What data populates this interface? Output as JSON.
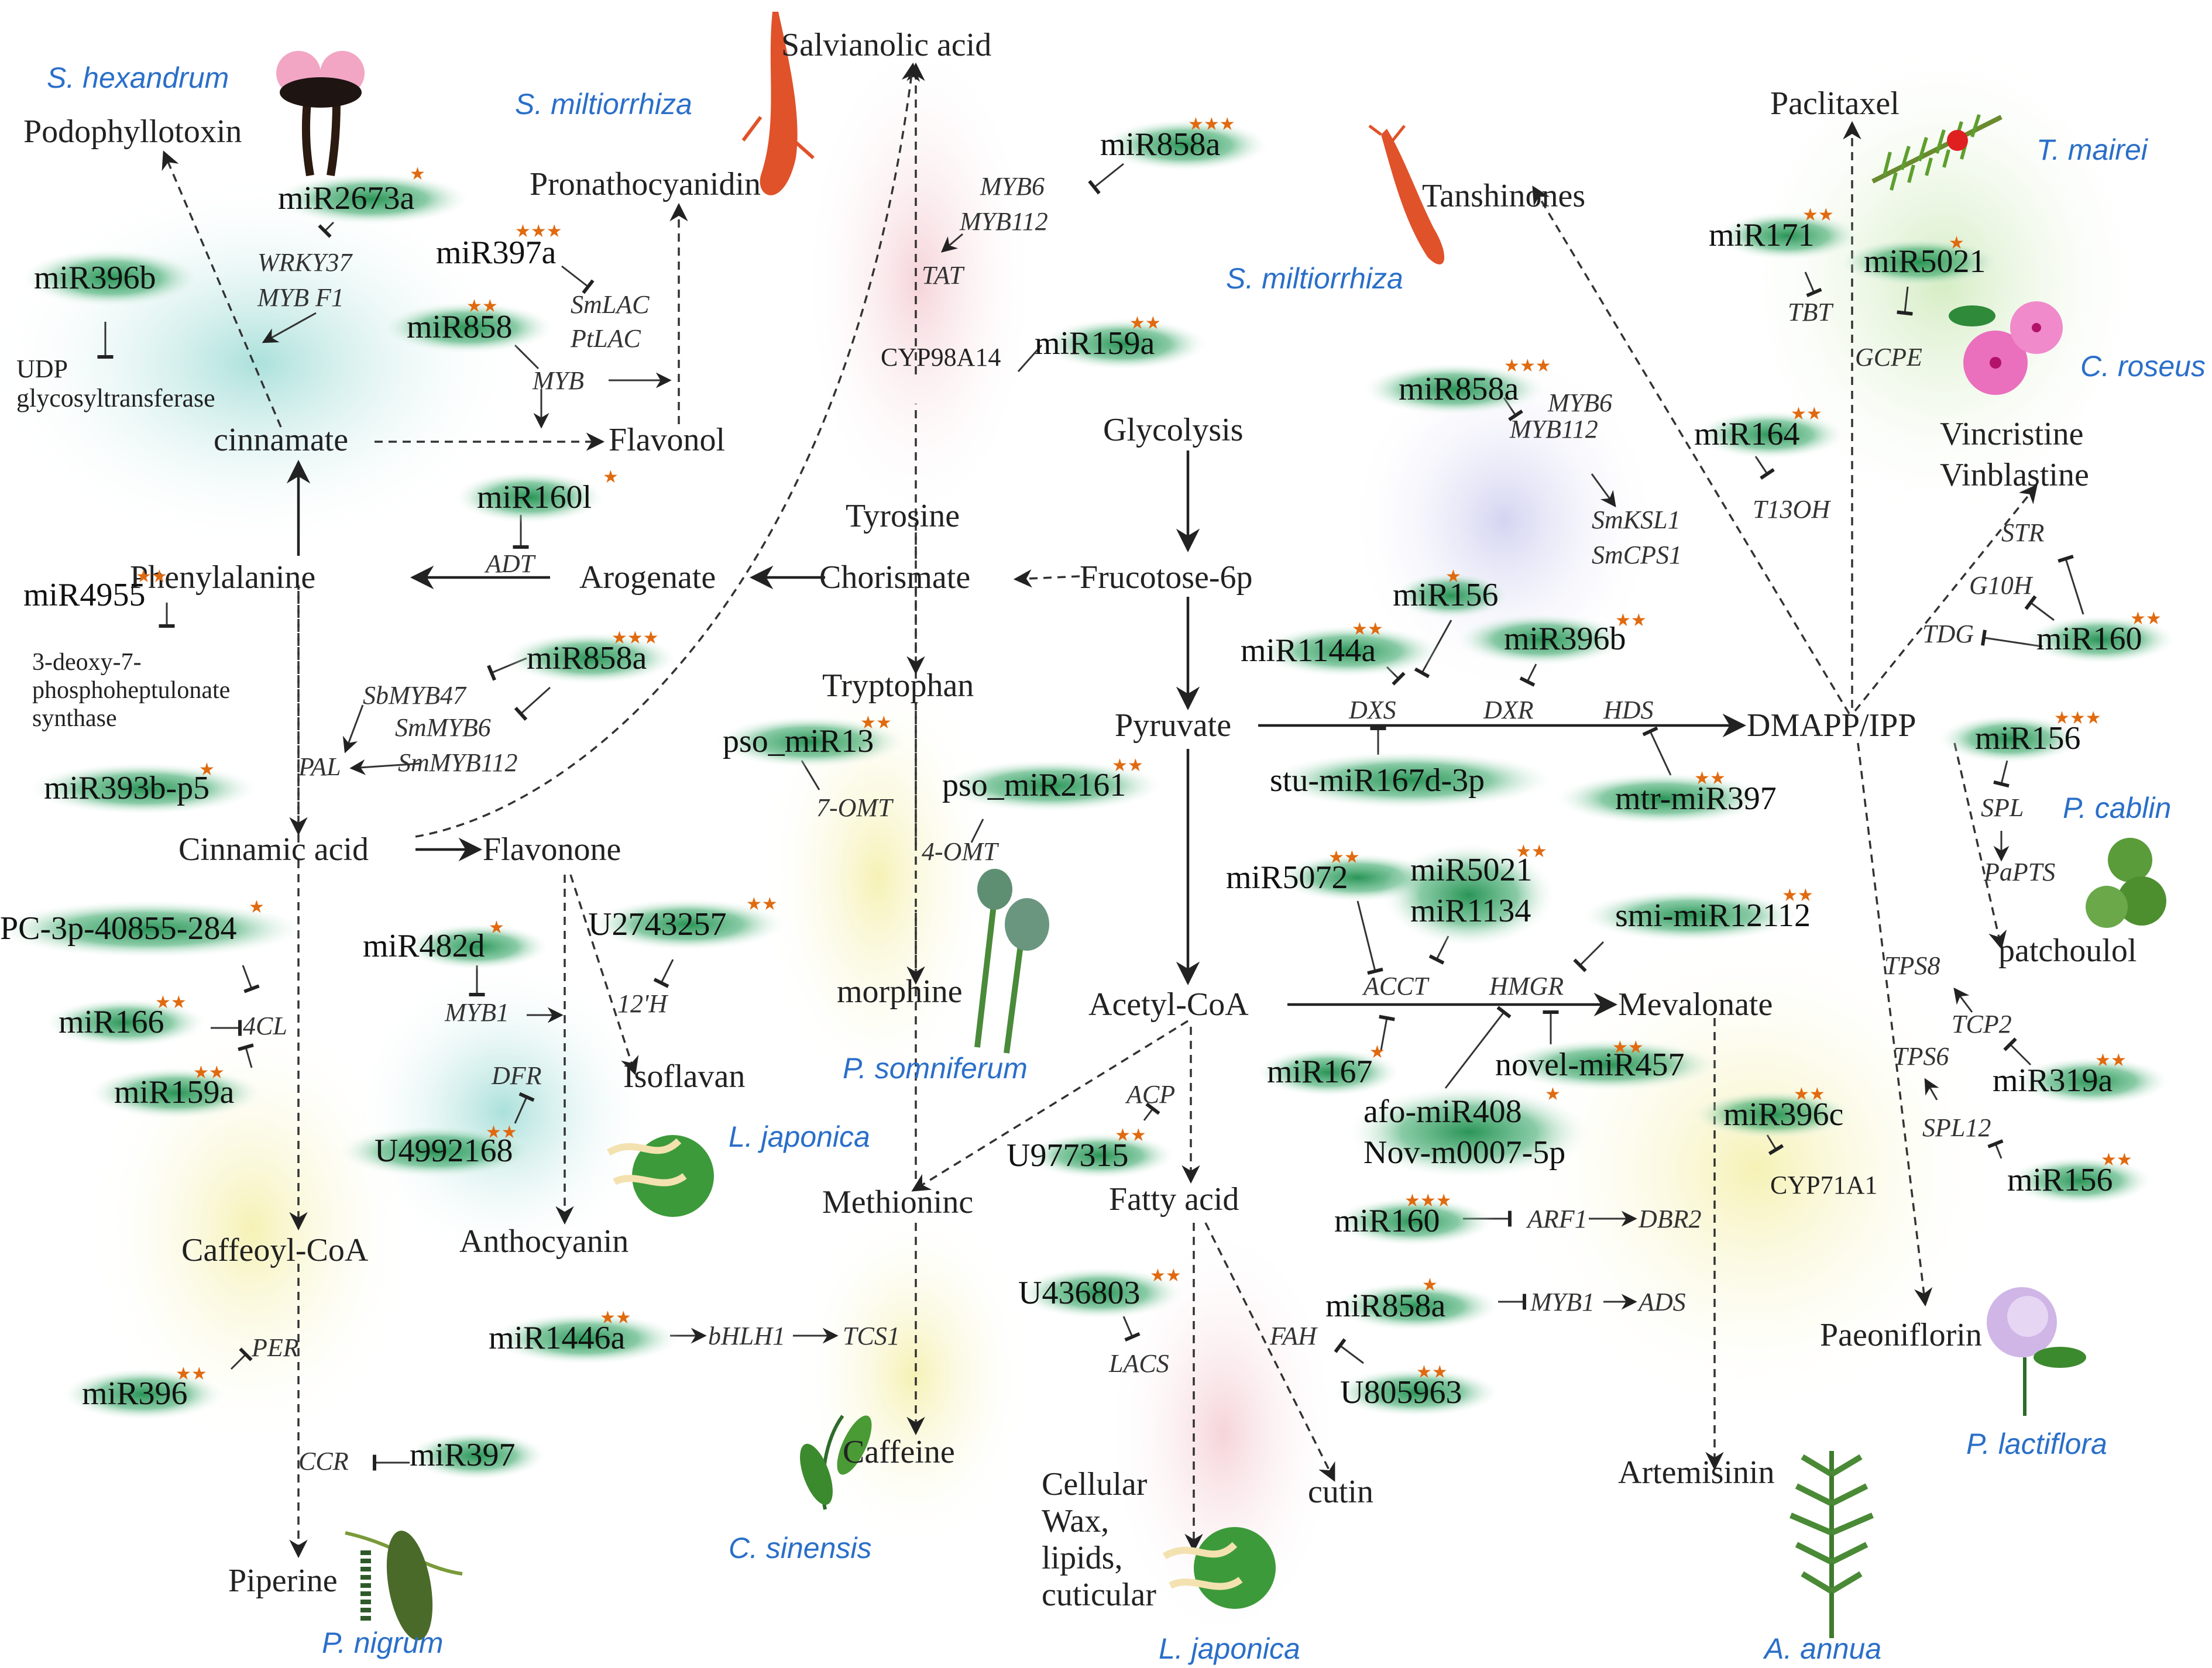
{
  "metabolites": {
    "salvianolic_acid": "Salvianolic acid",
    "podophyllotoxin": "Podophyllotoxin",
    "pronathocyanidin": "Pronathocyanidin",
    "udp": "UDP\nglycosyltransferase",
    "cinnamate": "cinnamate",
    "flavonol": "Flavonol",
    "tyrosine": "Tyrosine",
    "glycolysis": "Glycolysis",
    "phenylalanine": "Phenylalanine",
    "arogenate": "Arogenate",
    "chorismate": "Chorismate",
    "fructose": "Frucotose-6p",
    "dahp": "3-deoxy-7-\nphosphoheptulonate\nsynthase",
    "tryptophan": "Tryptophan",
    "pyruvate": "Pyruvate",
    "dmapp": "DMAPP/IPP",
    "cinnamic_acid": "Cinnamic acid",
    "flavonone": "Flavonone",
    "morphine": "morphine",
    "acetyl_coa": "Acetyl-CoA",
    "mevalonate": "Mevalonate",
    "isoflavan": "Isoflavan",
    "anthocyanin": "Anthocyanin",
    "methionine": "Methioninc",
    "fatty_acid": "Fatty acid",
    "caffeoyl_coa": "Caffeoyl-CoA",
    "caffeine": "Caffeine",
    "cellular_wax": "Cellular\nWax,\nlipids,\ncuticular",
    "cutin": "cutin",
    "artemisinin": "Artemisinin",
    "piperine": "Piperine",
    "paclitaxel": "Paclitaxel",
    "tanshinones": "Tanshinones",
    "vincristine": "Vincristine\nVinblastine",
    "patchoulol": "patchoulol",
    "paeoniflorin": "Paeoniflorin",
    "cyp98a14": "CYP98A14",
    "cyp71a1": "CYP71A1"
  },
  "mirnas": {
    "miR2673a": "miR2673a",
    "miR396b_left": "miR396b",
    "miR397a": "miR397a",
    "miR858_top": "miR858",
    "miR858a_top": "miR858a",
    "miR159a_top": "miR159a",
    "miR160l": "miR160l",
    "miR4955": "miR4955",
    "miR858a_mid": "miR858a",
    "miR393b": "miR393b-p5",
    "pso_miR13": "pso_miR13",
    "pso_miR2161": "pso_miR2161",
    "PC3p": "PC-3p-40855-284",
    "miR482d": "miR482d",
    "U2743257": "U2743257",
    "miR166": "miR166",
    "miR159a_low": "miR159a",
    "U4992168": "U4992168",
    "miR396_low": "miR396",
    "miR397_low": "miR397",
    "miR1446a": "miR1446a",
    "U977315": "U977315",
    "U436803": "U436803",
    "U805963": "U805963",
    "miR858a_tan": "miR858a",
    "miR156_dxs": "miR156",
    "miR1144a": "miR1144a",
    "miR396b_dxr": "miR396b",
    "stu_miR167d": "stu-miR167d-3p",
    "mtr_miR397": "mtr-miR397",
    "miR5072": "miR5072",
    "miR5021_mid": "miR5021",
    "miR1134": "miR1134",
    "smi_miR12112": "smi-miR12112",
    "miR167": "miR167",
    "novel_miR457": "novel-miR457",
    "afo_miR408": "afo-miR408",
    "nov_m0007": "Nov-m0007-5p",
    "miR396c": "miR396c",
    "miR160_art": "miR160",
    "miR858a_art": "miR858a",
    "miR171": "miR171",
    "miR5021_top": "miR5021",
    "miR164": "miR164",
    "miR160_str": "miR160",
    "miR156_spl": "miR156",
    "miR319a": "miR319a",
    "miR156_low": "miR156"
  },
  "genes": {
    "wrky37": "WRKY37",
    "mybf1": "MYB F1",
    "smlac": "SmLAC",
    "ptlac": "PtLAC",
    "myb_top": "MYB",
    "myb6_top": "MYB6",
    "myb112_top": "MYB112",
    "tat": "TAT",
    "adt": "ADT",
    "sbmyb47": "SbMYB47",
    "smmyb6": "SmMYB6",
    "smmyb112": "SmMYB112",
    "pal": "PAL",
    "omt7": "7-OMT",
    "omt4": "4-OMT",
    "cl4": "4CL",
    "myb1_flav": "MYB1",
    "h12": "12'H",
    "dfr": "DFR",
    "per": "PER",
    "ccr": "CCR",
    "bhlh1": "bHLH1",
    "tcs1": "TCS1",
    "acp": "ACP",
    "lacs": "LACS",
    "fah": "FAH",
    "myb6_tan": "MYB6",
    "myb112_tan": "MYB112",
    "smksl1": "SmKSL1",
    "smcps1": "SmCPS1",
    "dxs": "DXS",
    "dxr": "DXR",
    "hds": "HDS",
    "acct": "ACCT",
    "hmgr": "HMGR",
    "arf1": "ARF1",
    "dbr2": "DBR2",
    "myb1_art": "MYB1",
    "ads": "ADS",
    "tbt": "TBT",
    "gcpe": "GCPE",
    "t13oh": "T13OH",
    "str": "STR",
    "g10h": "G10H",
    "tdg": "TDG",
    "spl": "SPL",
    "papts": "PaPTS",
    "tps8": "TPS8",
    "tcp2": "TCP2",
    "tps6": "TPS6",
    "spl12": "SPL12"
  },
  "species": {
    "s_hexandrum": "S. hexandrum",
    "s_miltiorrhiza_top": "S. miltiorrhiza",
    "s_miltiorrhiza_mid": "S. miltiorrhiza",
    "t_mairei": "T. mairei",
    "c_roseus": "C. roseus",
    "p_cablin": "P. cablin",
    "p_somniferum": "P. somniferum",
    "l_japonica_mid": "L. japonica",
    "c_sinensis": "C. sinensis",
    "l_japonica_low": "L. japonica",
    "p_nigrum": "P. nigrum",
    "a_annua": "A. annua",
    "p_lactiflora": "P. lactiflora"
  },
  "colors": {
    "mirna_glow": "#2e9e5b",
    "species_text": "#2a6fc9",
    "star": "#e06a10",
    "teal_blob": "#8fd6cf",
    "pink_blob": "#f3c9cf",
    "yellow_blob": "#f4efa8",
    "lavender_blob": "#c9c9ee",
    "green_blob": "#cde9b8"
  }
}
